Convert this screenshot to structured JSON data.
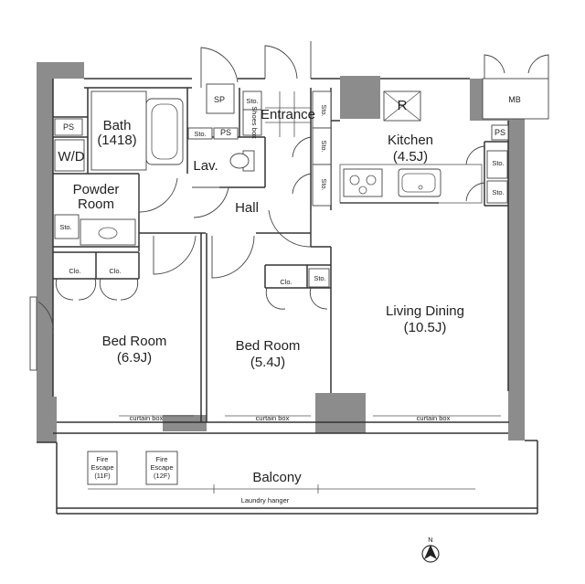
{
  "rooms": {
    "bath": "Bath",
    "bath_size": "(1418)",
    "wd": "W/D",
    "powder": "Powder",
    "powder2": "Room",
    "lav": "Lav.",
    "entrance": "Entrance",
    "hall": "Hall",
    "kitchen": "Kitchen",
    "kitchen_size": "(4.5J)",
    "living": "Living Dining",
    "living_size": "(10.5J)",
    "bed1": "Bed Room",
    "bed1_size": "(6.9J)",
    "bed2": "Bed Room",
    "bed2_size": "(5.4J)",
    "balcony": "Balcony"
  },
  "labels": {
    "ps": "PS",
    "sto": "Sto.",
    "clo": "Clo.",
    "sp": "SP",
    "mb": "MB",
    "r": "R",
    "shoes_box": "Shoes box",
    "curtain_box": "curtain box",
    "laundry": "Laundry hanger",
    "fire": "Fire",
    "escape": "Escape",
    "escape_11": "(11F)",
    "escape_12": "(12F)",
    "north": "N"
  }
}
